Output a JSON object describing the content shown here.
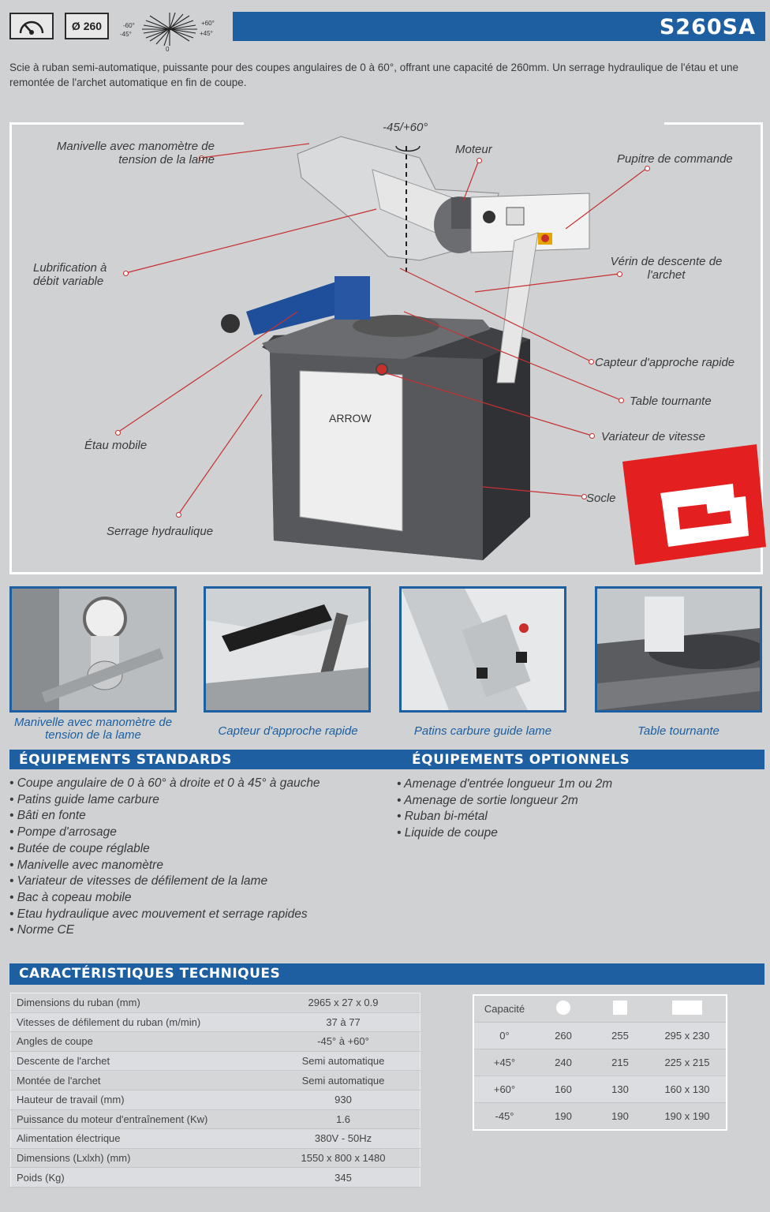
{
  "header": {
    "diameter_label": "Ø 260",
    "angle_labels": {
      "top_left": "-60°",
      "left": "-45°",
      "top_right": "+60°",
      "right": "+45°",
      "bottom": "0"
    },
    "model": "S260SA"
  },
  "intro": "Scie à ruban semi-automatique, puissante pour des coupes angulaires de 0 à 60°, offrant une capacité de 260mm. Un serrage hydraulique de l'étau et une remontée de l'archet automatique en fin de coupe.",
  "diagram": {
    "angle_range": "-45/+60°",
    "brand": "ARROW",
    "callouts": {
      "manivelle": "Manivelle avec manomètre de tension de la lame",
      "moteur": "Moteur",
      "pupitre": "Pupitre de commande",
      "lubrification": "Lubrification à débit variable",
      "verin": "Vérin de descente de l'archet",
      "capteur": "Capteur d'approche rapide",
      "table": "Table tournante",
      "etau": "Étau mobile",
      "variateur": "Variateur de vitesse",
      "socle": "Socle",
      "serrage": "Serrage hydraulique"
    }
  },
  "thumbnails": [
    {
      "caption": "Manivelle avec manomètre de tension de la lame"
    },
    {
      "caption": "Capteur d'approche rapide"
    },
    {
      "caption": "Patins carbure guide lame"
    },
    {
      "caption": "Table tournante"
    }
  ],
  "standards": {
    "title": "ÉQUIPEMENTS STANDARDS",
    "items": [
      "Coupe angulaire de 0 à 60° à droite et 0 à 45° à gauche",
      "Patins guide lame carbure",
      "Bâti en fonte",
      "Pompe d'arrosage",
      "Butée de coupe réglable",
      "Manivelle avec manomètre",
      "Variateur de vitesses de défilement de la lame",
      "Bac à copeau mobile",
      "Etau hydraulique avec mouvement et serrage rapides",
      "Norme CE"
    ]
  },
  "optionnels": {
    "title": "ÉQUIPEMENTS OPTIONNELS",
    "items": [
      "Amenage d'entrée longueur 1m ou 2m",
      "Amenage de sortie longueur 2m",
      "Ruban bi-métal",
      "Liquide de coupe"
    ]
  },
  "caracteristiques": {
    "title": "CARACTÉRISTIQUES TECHNIQUES",
    "rows": [
      {
        "label": "Dimensions du ruban (mm)",
        "value": "2965 x 27 x 0.9"
      },
      {
        "label": "Vitesses de défilement du ruban (m/min)",
        "value": "37 à 77"
      },
      {
        "label": "Angles de coupe",
        "value": "-45° à +60°"
      },
      {
        "label": "Descente de l'archet",
        "value": "Semi automatique"
      },
      {
        "label": "Montée de l'archet",
        "value": "Semi automatique"
      },
      {
        "label": "Hauteur de travail (mm)",
        "value": "930"
      },
      {
        "label": "Puissance du moteur d'entraînement (Kw)",
        "value": "1.6"
      },
      {
        "label": "Alimentation électrique",
        "value": "380V - 50Hz"
      },
      {
        "label": "Dimensions (Lxlxh) (mm)",
        "value": "1550 x 800 x 1480"
      },
      {
        "label": "Poids (Kg)",
        "value": "345"
      }
    ]
  },
  "capacite": {
    "header": "Capacité",
    "shape_icons": [
      "round-section-icon",
      "square-section-icon",
      "rectangle-section-icon"
    ],
    "rows": [
      {
        "angle": "0°",
        "round": "260",
        "square": "255",
        "rect": "295 x 230"
      },
      {
        "angle": "+45°",
        "round": "240",
        "square": "215",
        "rect": "225 x 215"
      },
      {
        "angle": "+60°",
        "round": "160",
        "square": "130",
        "rect": "160 x 130"
      },
      {
        "angle": "-45°",
        "round": "190",
        "square": "190",
        "rect": "190 x 190"
      }
    ]
  },
  "colors": {
    "accent": "#1d5fa0",
    "callout_line": "#c83030",
    "logo_red": "#e41f1f",
    "background": "#cfd1d3"
  }
}
